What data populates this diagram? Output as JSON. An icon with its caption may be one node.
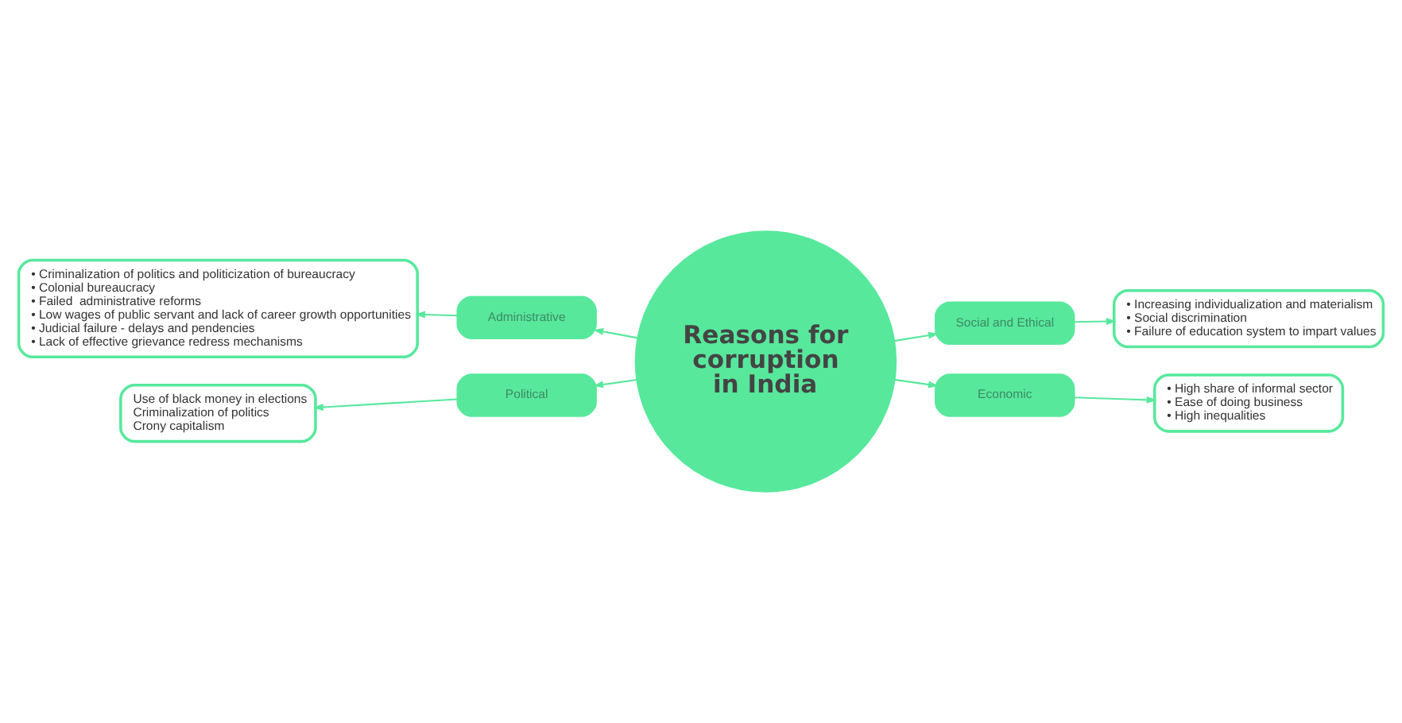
{
  "diagram": {
    "nodes": [
      {
        "text": [
          "Reasons for corruption in India"
        ]
      },
      {
        "text": [
          "Administrative"
        ]
      },
      {
        "text": [
          "• Criminalization of politics and politicization of bureaucracy",
          "• Colonial bureaucracy",
          "• Failed  administrative reforms",
          "• Low wages of public servant and lack of career growth opportunities",
          "• Judicial failure - delays and pendencies",
          "• Lack of effective grievance redress mechanisms"
        ]
      },
      {
        "text": [
          "Social and Ethical"
        ]
      },
      {
        "text": [
          "• Increasing individualization and materialism",
          "• Social discrimination",
          "• Failure of education system to impart values"
        ]
      },
      {
        "text": [
          "Economic"
        ]
      },
      {
        "text": [
          "• High share of informal sector",
          "• Ease of doing business",
          "• High inequalities"
        ]
      },
      {
        "text": [
          "Political"
        ]
      },
      {
        "text": [
          "Use of black money in elections",
          "Criminalization of politics",
          "Crony capitalism"
        ]
      }
    ],
    "edges": [
      {
        "from": 0,
        "to": 1,
        "arrow": "to"
      },
      {
        "from": 1,
        "to": 2,
        "arrow": "to"
      },
      {
        "from": 0,
        "to": 3,
        "arrow": "to"
      },
      {
        "from": 3,
        "to": 4,
        "arrow": "to"
      },
      {
        "from": 0,
        "to": 5,
        "arrow": "to"
      },
      {
        "from": 5,
        "to": 6,
        "arrow": "to"
      },
      {
        "from": 0,
        "to": 7,
        "arrow": "to"
      },
      {
        "from": 7,
        "to": 8,
        "arrow": "to"
      }
    ]
  }
}
